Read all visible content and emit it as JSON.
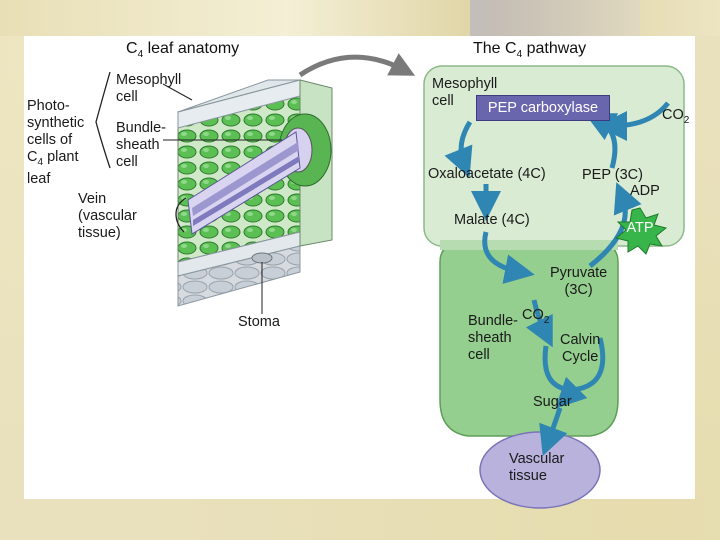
{
  "anatomy": {
    "title": "C",
    "title_sub": "4",
    "title_rest": " leaf anatomy",
    "photo_label_line1": "Photo-\nsynthetic\ncells of",
    "photo_label_c": "C",
    "photo_label_sub": "4",
    "photo_label_rest": " plant\nleaf",
    "mesophyll_label": "Mesophyll\ncell",
    "bundle_label": "Bundle-\nsheath\ncell",
    "vein_label": "Vein\n(vascular\ntissue)",
    "stoma_label": "Stoma"
  },
  "pathway": {
    "title": "The C",
    "title_sub": "4",
    "title_rest": " pathway",
    "mesophyll_label": "Mesophyll\ncell",
    "pep_carboxylase": "PEP carboxylase",
    "co2_top": "CO",
    "co2_top_sub": "2",
    "oxaloacetate": "Oxaloacetate (4C)",
    "pep": "PEP (3C)",
    "adp": "ADP",
    "malate": "Malate (4C)",
    "atp": "ATP",
    "pyruvate": "Pyruvate\n(3C)",
    "co2_mid": "CO",
    "co2_mid_sub": "2",
    "bundle_label": "Bundle-\nsheath\ncell",
    "calvin": "Calvin\nCycle",
    "sugar": "Sugar",
    "vascular": "Vascular\ntissue"
  },
  "colors": {
    "mesophyll_fill": "#d9ecd3",
    "bundle_fill": "#95cf8f",
    "arrow_blue": "#2f86b3",
    "pep_box": "#6a66ad",
    "atp_burst": "#38b54a",
    "vascular_fill": "#b8b2dc"
  }
}
